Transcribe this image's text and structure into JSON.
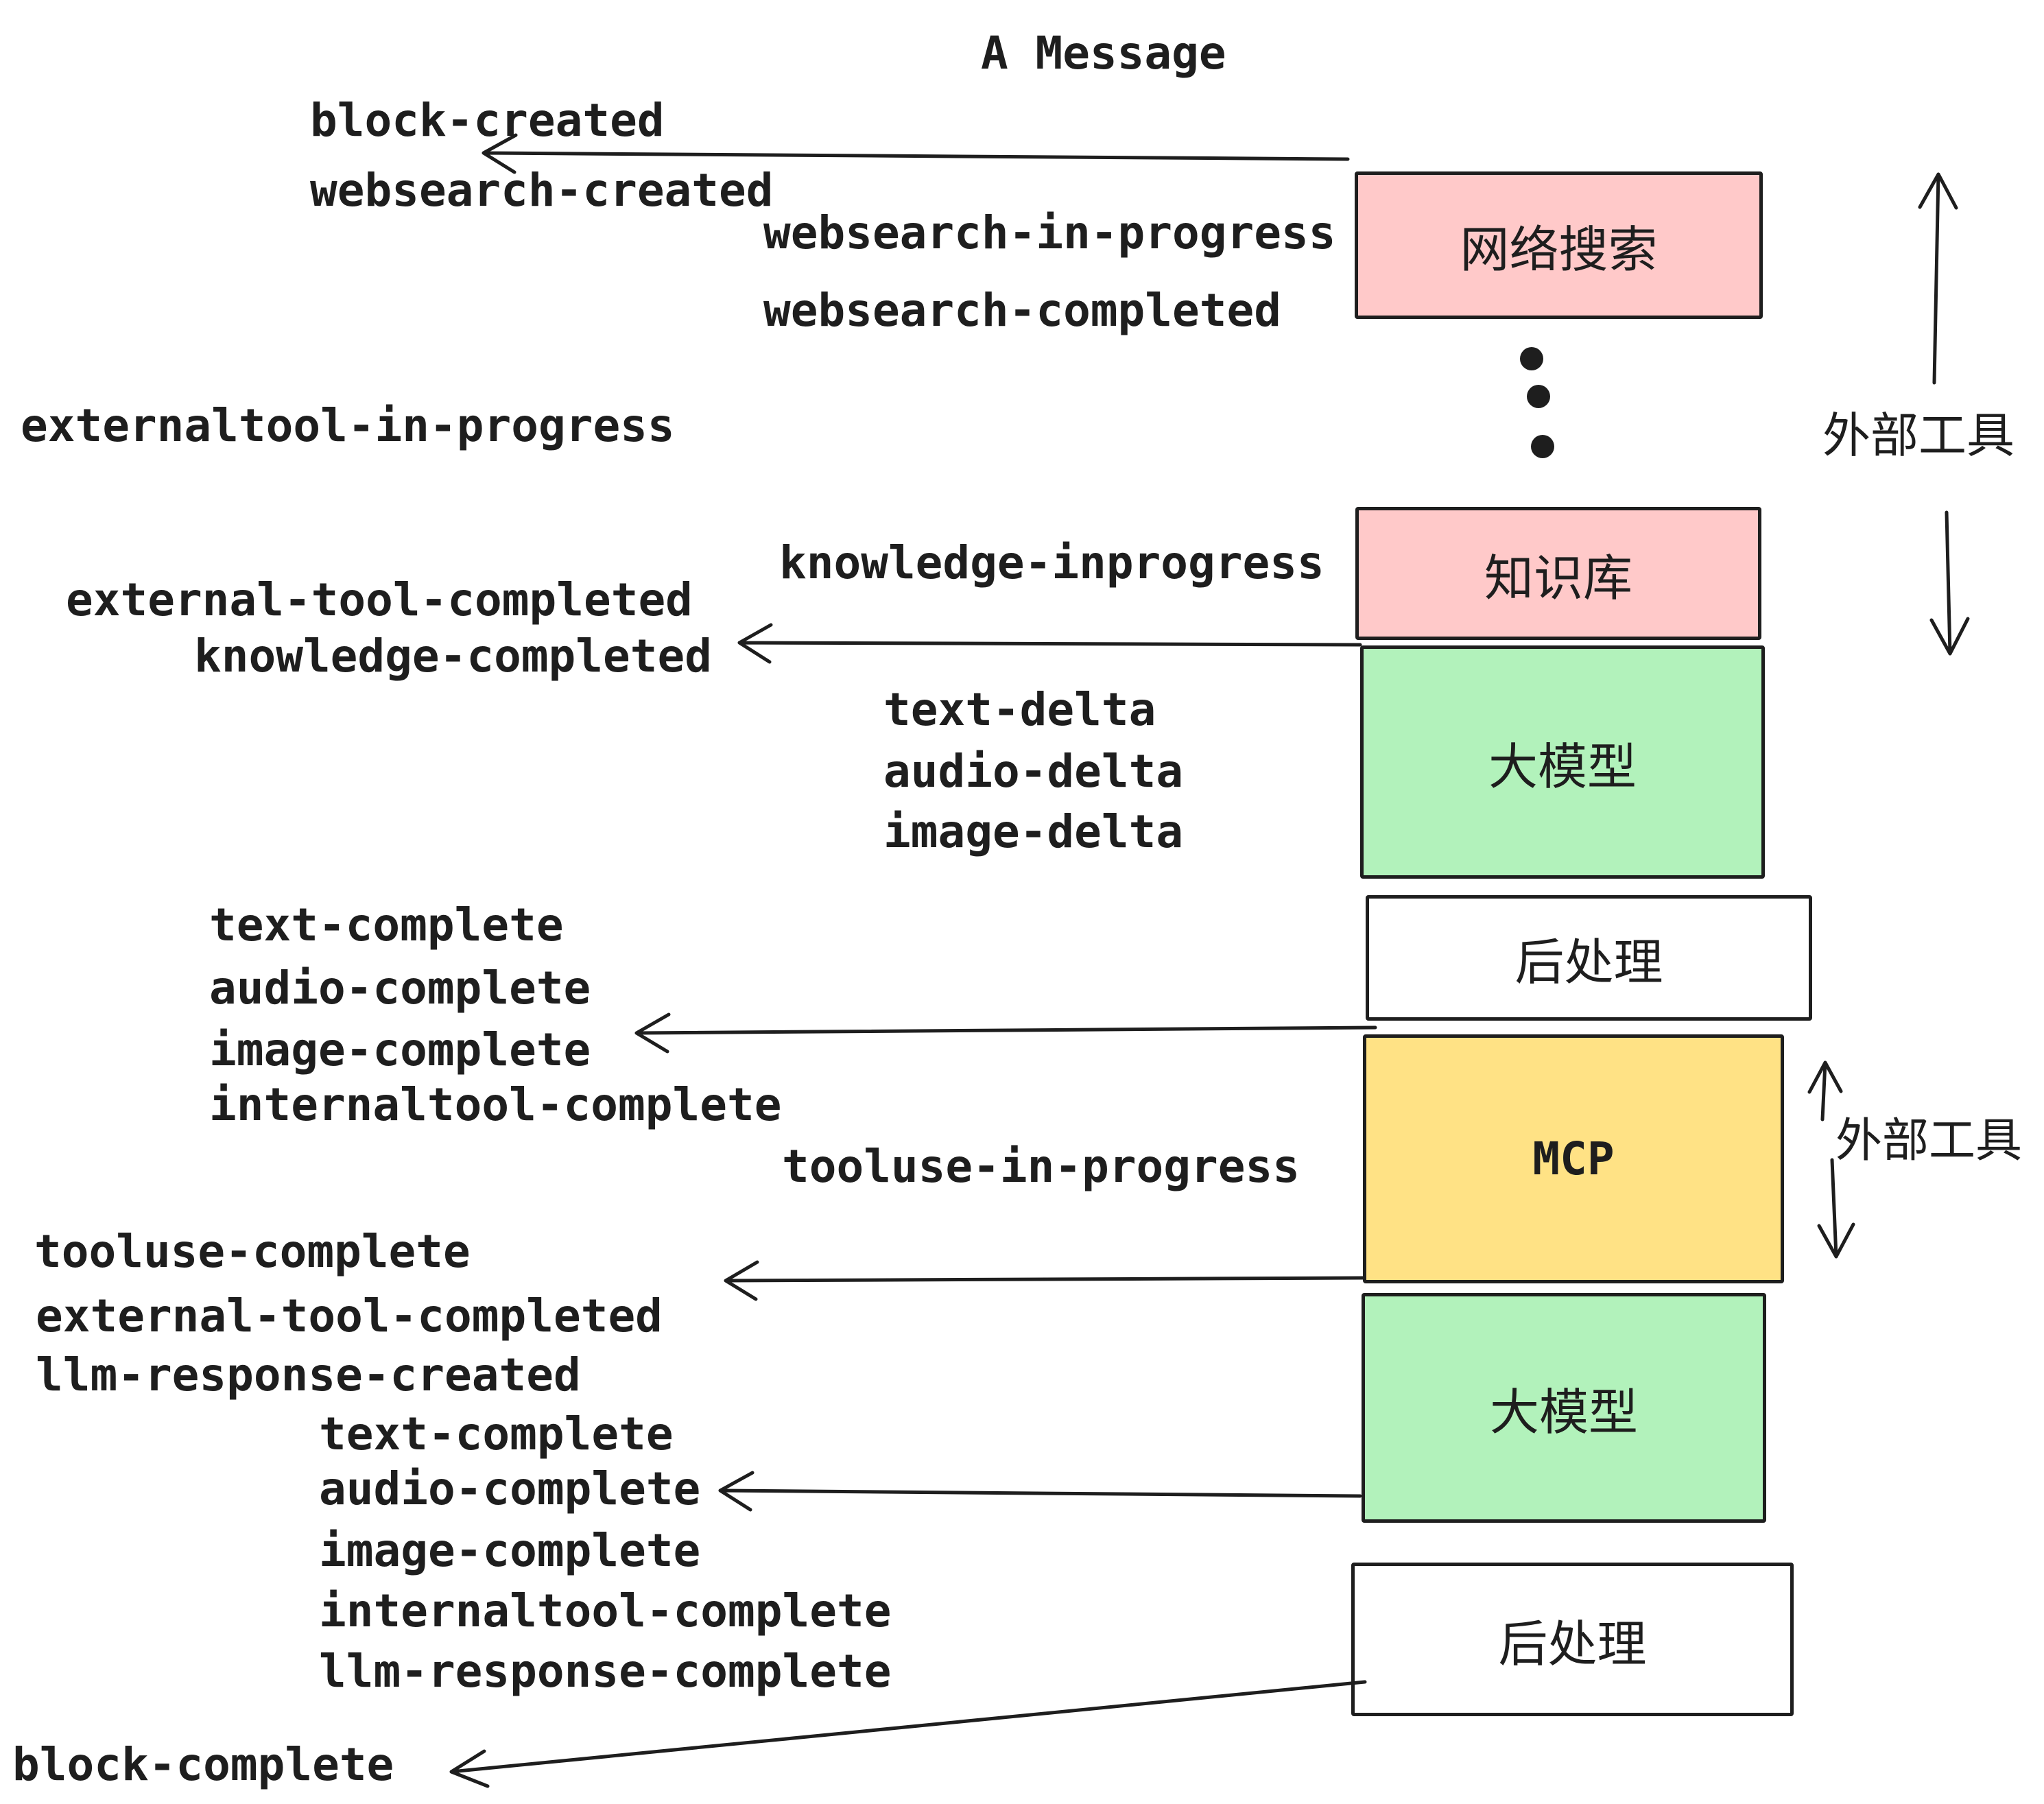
{
  "title": "A Message",
  "colors": {
    "ink": "#1e1e1e",
    "pink": "#ffc9c9",
    "green": "#b2f2bb",
    "yellow": "#ffe285",
    "white": "#ffffff"
  },
  "boxes": {
    "websearch": {
      "label": "网络搜索",
      "fill": "#ffc9c9"
    },
    "knowledge": {
      "label": "知识库",
      "fill": "#ffc9c9"
    },
    "llm_1": {
      "label": "大模型",
      "fill": "#b2f2bb"
    },
    "postprocess_1": {
      "label": "后处理",
      "fill": "#ffffff"
    },
    "mcp": {
      "label": "MCP",
      "fill": "#ffe285"
    },
    "llm_2": {
      "label": "大模型",
      "fill": "#b2f2bb"
    },
    "postprocess_2": {
      "label": "后处理",
      "fill": "#ffffff"
    }
  },
  "side_labels": {
    "external_tools_top": "外部工具",
    "external_tools_mcp": "外部工具"
  },
  "events": {
    "block_created": "block-created",
    "websearch_created": "websearch-created",
    "websearch_in_progress": "websearch-in-progress",
    "websearch_completed": "websearch-completed",
    "externaltool_in_progress": "externaltool-in-progress",
    "knowledge_inprogress": "knowledge-inprogress",
    "external_tool_completed_1": "external-tool-completed",
    "knowledge_completed": "knowledge-completed",
    "text_delta_1": "text-delta",
    "audio_delta_1": "audio-delta",
    "image_delta_1": "image-delta",
    "text_complete_1": "text-complete",
    "audio_complete_1": "audio-complete",
    "image_complete_1": "image-complete",
    "internaltool_complete_1": "internaltool-complete",
    "tooluse_in_progress": "tooluse-in-progress",
    "tooluse_complete": "tooluse-complete",
    "external_tool_completed_2": "external-tool-completed",
    "llm_response_created": "llm-response-created",
    "text_complete_2": "text-complete",
    "audio_complete_2": "audio-complete",
    "image_complete_2": "image-complete",
    "internaltool_complete_2": "internaltool-complete",
    "llm_response_complete": "llm-response-complete",
    "block_complete": "block-complete"
  }
}
